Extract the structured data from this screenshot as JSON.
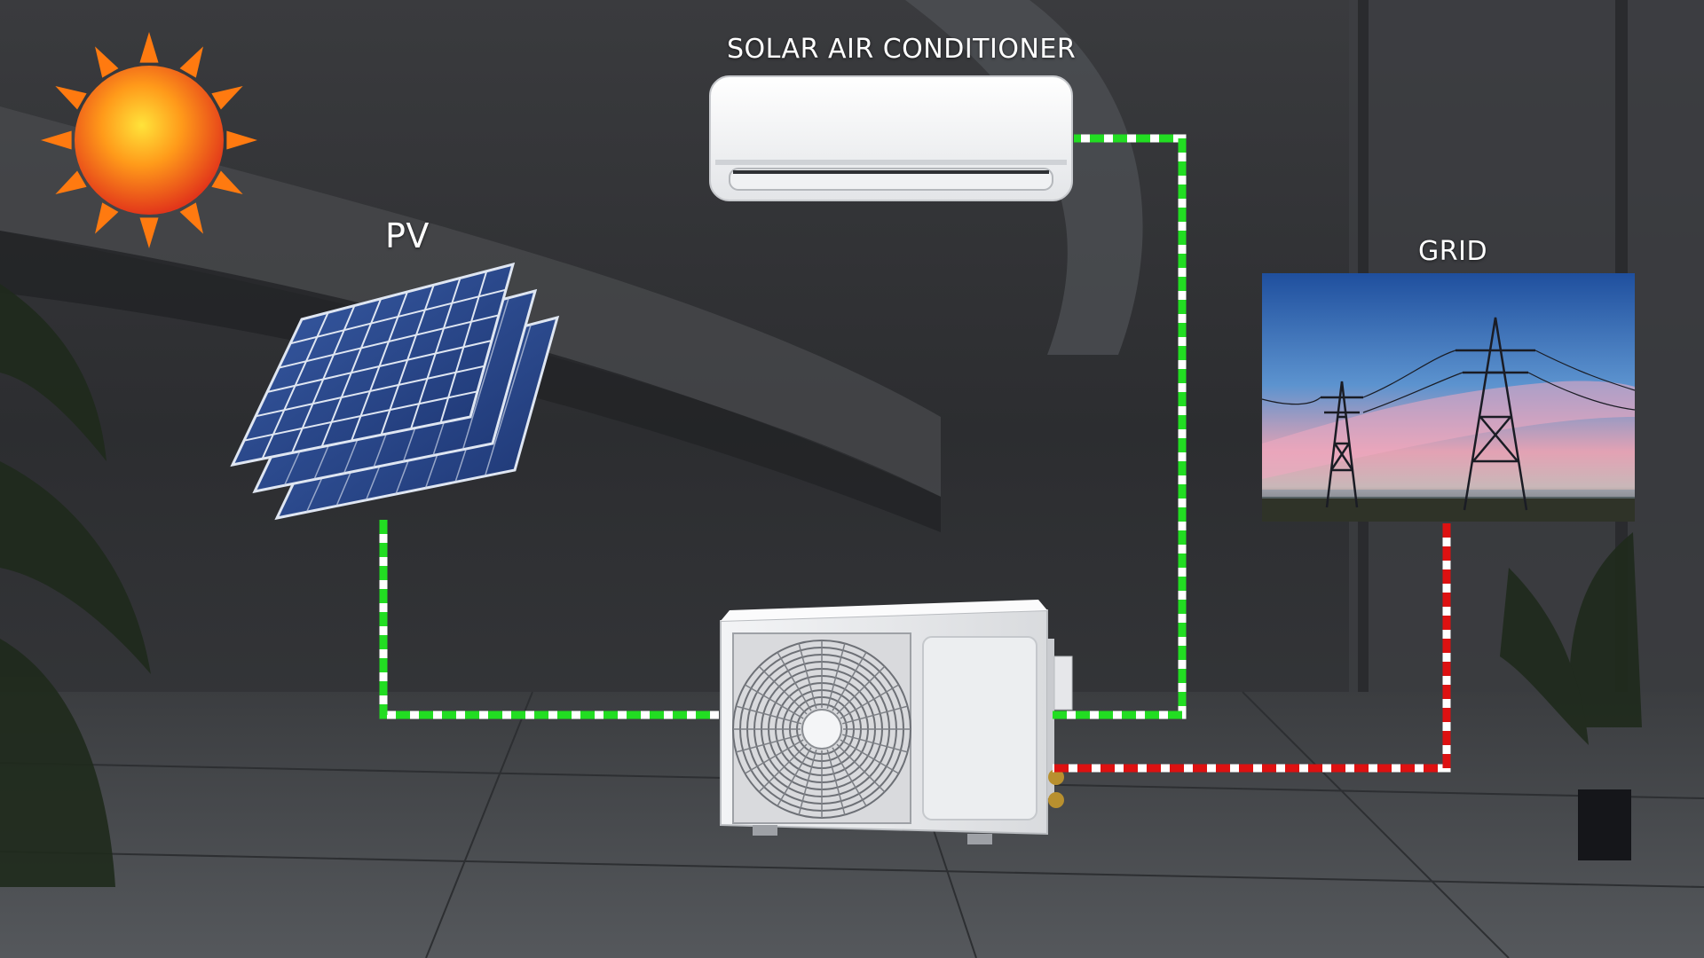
{
  "labels": {
    "air_conditioner": "SOLAR AIR CONDITIONER",
    "pv": "PV",
    "grid": "GRID"
  },
  "icons": {
    "sun": "sun-icon",
    "pv": "solar-panel-icon",
    "indoor_unit": "indoor-ac-unit-icon",
    "outdoor_unit": "outdoor-ac-unit-icon",
    "grid": "power-tower-icon"
  },
  "colors": {
    "solar_line": "#22dd22",
    "grid_line": "#dd1111",
    "line_dash": "#ffffff"
  },
  "connections": [
    {
      "from": "PV",
      "to": "outdoor unit",
      "color": "green"
    },
    {
      "from": "outdoor unit",
      "to": "SOLAR AIR CONDITIONER",
      "color": "green"
    },
    {
      "from": "GRID",
      "to": "outdoor unit",
      "color": "red"
    }
  ]
}
